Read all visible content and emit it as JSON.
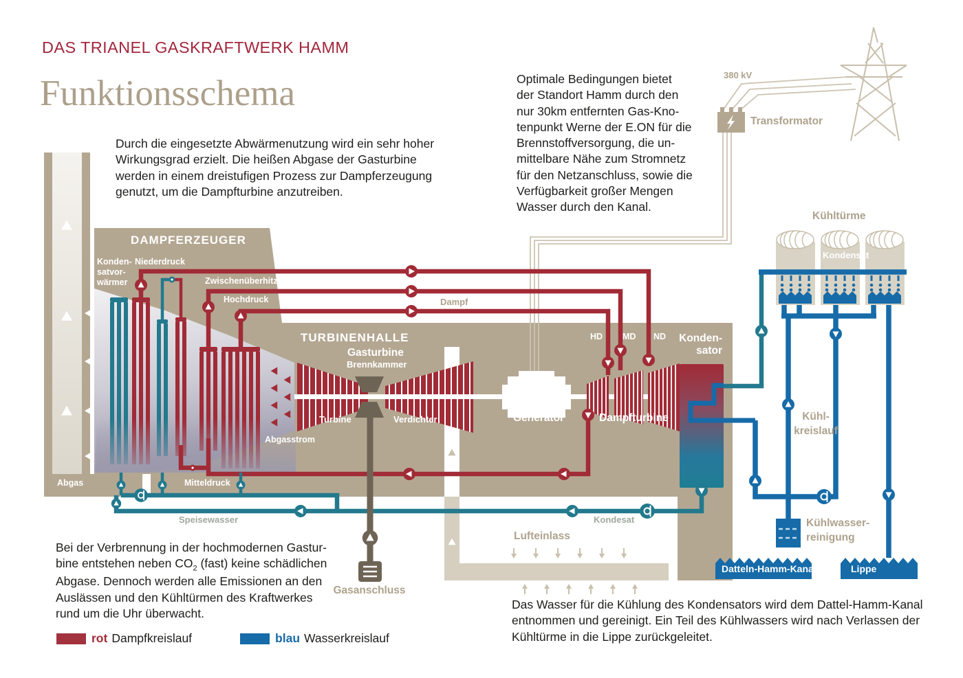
{
  "page": {
    "kicker": "DAS TRIANEL GASKRAFTWERK HAMM",
    "title": "Funktionsschema"
  },
  "paragraphs": {
    "intro_left": "Durch die eingesetzte Abwärmenutzung wird ein sehr hoher\nWirkungsgrad erzielt. Die heißen Abgase der Gasturbine\nwerden in einem dreistufigen Prozess zur Dampferzeugung\ngenutzt, um die Dampfturbine anzutreiben.",
    "location_note": "Optimale Bedingungen bietet\nder Standort Hamm durch den\nnur 30km entfernten Gas-Kno-\ntenpunkt Werne der E.ON für die\nBrennstoffversorgung, die un-\nmittelbare Nähe zum Stromnetz\nfür den Netzanschluss, sowie die\nVerfügbarkeit großer Mengen\nWasser durch den Kanal.",
    "emissions_note_pre": "Bei der Verbrennung in der hochmodernen Gastur-\nbine entstehen neben CO",
    "emissions_note_sub": "2",
    "emissions_note_post": " (fast) keine schädlichen\nAbgase. Dennoch werden alle Emissionen an den\nAuslässen und den Kühltürmen des Kraftwerkes\nrund um die Uhr überwacht.",
    "water_note": "Das Wasser für die Kühlung des Kondensators wird dem Dattel-Hamm-Kanal\nentnommen und gereinigt. Ein Teil des Kühlwassers wird nach Verlassen der\nKühltürme in die Lippe zurückgeleitet."
  },
  "legend": {
    "red_term": "rot",
    "red_label": "Dampfkreislauf",
    "blue_term": "blau",
    "blue_label": "Wasserkreislauf"
  },
  "diagram": {
    "labels": {
      "dampferzeuger": "DAMPFERZEUGER",
      "turbinenhalle": "TURBINENHALLE",
      "kondensatvorwaermer": "Konden-\nsatvor-\nwärmer",
      "niederdruck": "Niederdruck",
      "zwischenueberhitzer": "Zwischenüberhitzer",
      "hochdruck": "Hochdruck",
      "mitteldruck": "Mitteldruck",
      "dampf": "Dampf",
      "abgas": "Abgas",
      "abgasstrom": "Abgasstrom",
      "speisewasser": "Speisewasser",
      "kondesat": "Kondesat",
      "gasturbine": "Gasturbine",
      "brennkammer": "Brennkammer",
      "turbine": "Turbine",
      "verdichter": "Verdichter",
      "generator": "Generator",
      "dampfturbine": "Dampfturbine",
      "hd": "HD",
      "md": "MD",
      "nd": "ND",
      "kondensator": "Konden-\nsator",
      "lufteinlass": "Lufteinlass",
      "gasanschluss": "Gasanschluss",
      "kuehltuerme": "Kühltürme",
      "kondensat_tower": "Kondensat",
      "kuehlkreislauf": "Kühl-\nkreislauf",
      "kuehlwasserreinigung": "Kühlwasser-\nreinigung",
      "datteln_hamm_kanal": "Datteln-Hamm-Kanal",
      "lippe": "Lippe",
      "transformator": "Transformator",
      "kv380": "380 kV"
    }
  },
  "colors": {
    "steam_red": "#A12B36",
    "water_blue": "#166BA8",
    "condensate_teal": "#23798D",
    "building_tan": "#B4A792",
    "tower_beige": "#D9D3C5",
    "label_tan": "#AEA28D",
    "kicker_red": "#A3263C",
    "gas_dark": "#6E6455"
  }
}
